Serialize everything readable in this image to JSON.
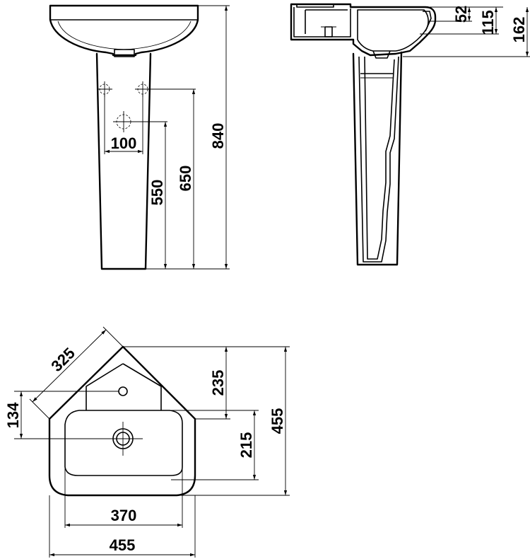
{
  "dimensions": {
    "front_height_total": "840",
    "front_height_650": "650",
    "front_height_550": "550",
    "front_hole_spacing": "100",
    "side_52": "52",
    "side_115": "115",
    "side_162": "162",
    "top_diagonal": "325",
    "top_235": "235",
    "top_134": "134",
    "top_depth_455": "455",
    "top_bowl_215": "215",
    "top_bowl_width": "370",
    "top_total_width": "455"
  }
}
